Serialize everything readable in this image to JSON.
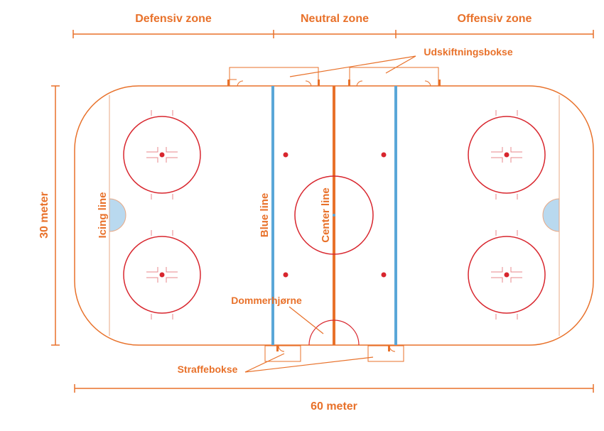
{
  "zones": {
    "defensive": "Defensiv zone",
    "neutral": "Neutral zone",
    "offensive": "Offensiv zone"
  },
  "dimensions": {
    "width": "60 meter",
    "height": "30 meter"
  },
  "labels": {
    "player_boxes": "Udskiftningsbokse",
    "icing_line": "Icing line",
    "blue_line": "Blue line",
    "center_line": "Center line",
    "referee_crease": "Dommerhjørne",
    "penalty_boxes": "Straffebokse"
  },
  "colors": {
    "orange": "#e8712a",
    "red": "#d8262e",
    "blue": "#5aa7d8",
    "light_blue": "#b9d9ef",
    "thin_line": "#e9a985"
  }
}
